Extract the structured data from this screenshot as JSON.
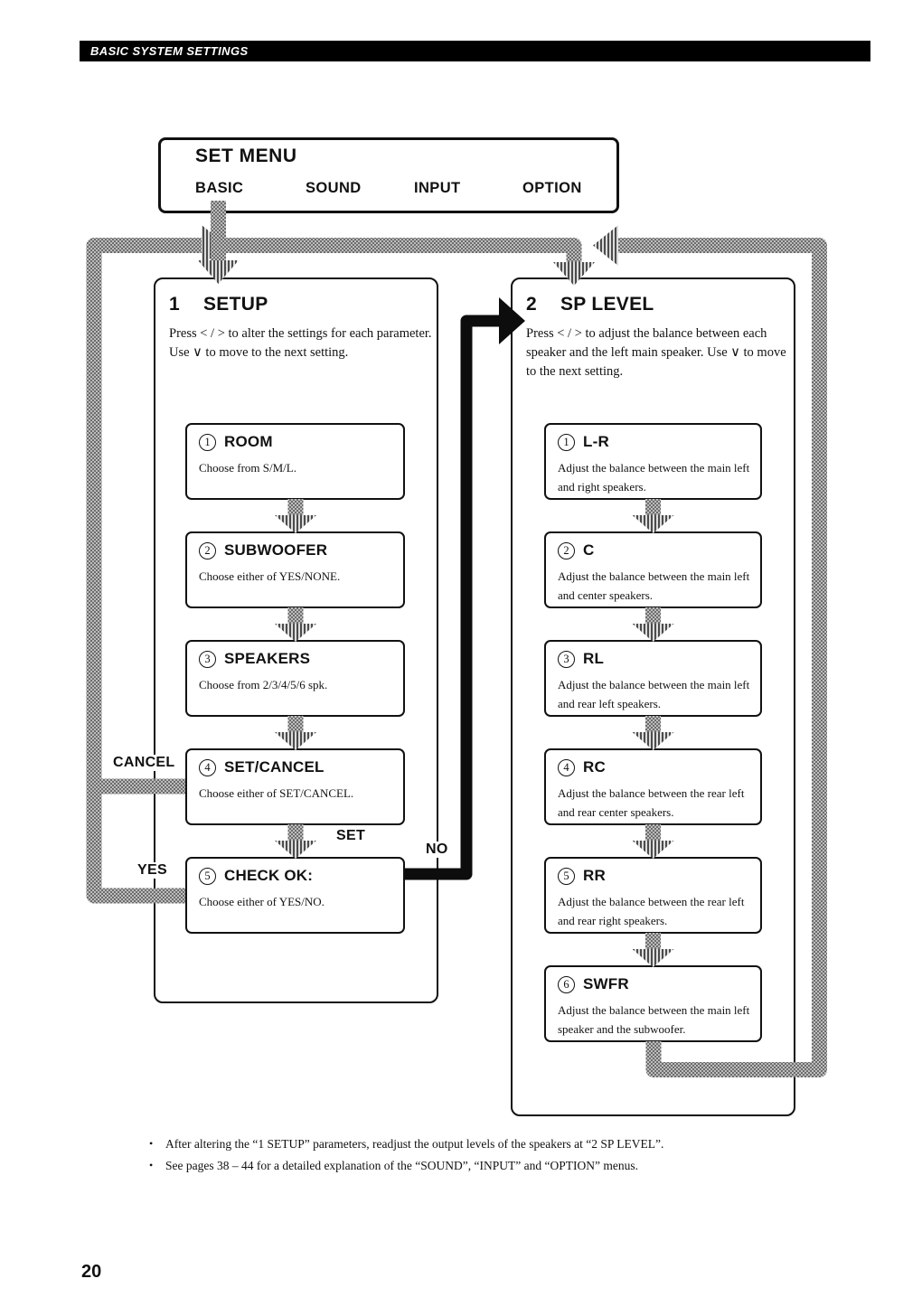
{
  "page": {
    "header": "BASIC SYSTEM SETTINGS",
    "page_number": "20",
    "footnotes": [
      "After altering the “1 SETUP” parameters, readjust the output levels of the speakers at “2 SP LEVEL”.",
      "See pages 38 – 44 for a detailed explanation of the “SOUND”, “INPUT” and “OPTION” menus."
    ]
  },
  "set_menu": {
    "title": "SET MENU",
    "items": [
      "BASIC",
      "SOUND",
      "INPUT",
      "OPTION"
    ]
  },
  "setup_column": {
    "number": "1",
    "title": "SETUP",
    "description": "Press < / > to alter the settings for each parameter. Use ∨ to move to the next setting.",
    "steps": [
      {
        "num": "1",
        "title": "ROOM",
        "desc": "Choose from S/M/L."
      },
      {
        "num": "2",
        "title": "SUBWOOFER",
        "desc": "Choose either of YES/NONE."
      },
      {
        "num": "3",
        "title": "SPEAKERS",
        "desc": "Choose from 2/3/4/5/6 spk."
      },
      {
        "num": "4",
        "title": "SET/CANCEL",
        "desc": "Choose either of SET/CANCEL."
      },
      {
        "num": "5",
        "title": "CHECK OK:",
        "desc": "Choose either of YES/NO."
      }
    ]
  },
  "sp_level_column": {
    "number": "2",
    "title": "SP LEVEL",
    "description": "Press < / > to adjust the balance between each speaker and the left main speaker. Use ∨ to move to the next setting.",
    "steps": [
      {
        "num": "1",
        "title": "L-R",
        "desc": "Adjust the balance between the main left and right speakers."
      },
      {
        "num": "2",
        "title": "C",
        "desc": "Adjust the balance between the main left and center speakers."
      },
      {
        "num": "3",
        "title": "RL",
        "desc": "Adjust the balance between the main left and rear left speakers."
      },
      {
        "num": "4",
        "title": "RC",
        "desc": "Adjust the balance between the rear left and rear center speakers."
      },
      {
        "num": "5",
        "title": "RR",
        "desc": "Adjust the balance between the rear left and rear right speakers."
      },
      {
        "num": "6",
        "title": "SWFR",
        "desc": "Adjust the balance between the main left speaker and the subwoofer."
      }
    ]
  },
  "labels": {
    "cancel": "CANCEL",
    "yes": "YES",
    "set": "SET",
    "no": "NO"
  }
}
